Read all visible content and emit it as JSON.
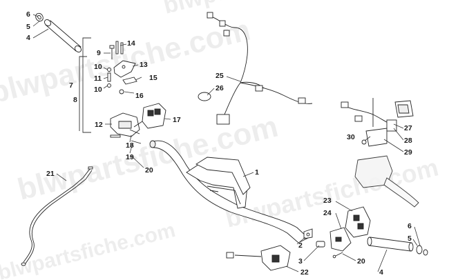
{
  "watermark": {
    "text": "blwpartsfiche.com",
    "color": "#000000"
  },
  "callouts": [
    {
      "id": "c6a",
      "label": "6"
    },
    {
      "id": "c5a",
      "label": "5"
    },
    {
      "id": "c4a",
      "label": "4"
    },
    {
      "id": "c9",
      "label": "9"
    },
    {
      "id": "c14",
      "label": "14"
    },
    {
      "id": "c13",
      "label": "13"
    },
    {
      "id": "c10a",
      "label": "10"
    },
    {
      "id": "c11",
      "label": "11"
    },
    {
      "id": "c15",
      "label": "15"
    },
    {
      "id": "c10b",
      "label": "10"
    },
    {
      "id": "c16",
      "label": "16"
    },
    {
      "id": "c7",
      "label": "7"
    },
    {
      "id": "c8",
      "label": "8"
    },
    {
      "id": "c12",
      "label": "12"
    },
    {
      "id": "c17",
      "label": "17"
    },
    {
      "id": "c18",
      "label": "18"
    },
    {
      "id": "c19",
      "label": "19"
    },
    {
      "id": "c20a",
      "label": "20"
    },
    {
      "id": "c21",
      "label": "21"
    },
    {
      "id": "c25",
      "label": "25"
    },
    {
      "id": "c26",
      "label": "26"
    },
    {
      "id": "c1",
      "label": "1"
    },
    {
      "id": "c27",
      "label": "27"
    },
    {
      "id": "c28",
      "label": "28"
    },
    {
      "id": "c30",
      "label": "30"
    },
    {
      "id": "c29",
      "label": "29"
    },
    {
      "id": "c23",
      "label": "23"
    },
    {
      "id": "c24",
      "label": "24"
    },
    {
      "id": "c2",
      "label": "2"
    },
    {
      "id": "c3",
      "label": "3"
    },
    {
      "id": "c20b",
      "label": "20"
    },
    {
      "id": "c22",
      "label": "22"
    },
    {
      "id": "c6b",
      "label": "6"
    },
    {
      "id": "c5b",
      "label": "5"
    },
    {
      "id": "c4b",
      "label": "4"
    }
  ]
}
